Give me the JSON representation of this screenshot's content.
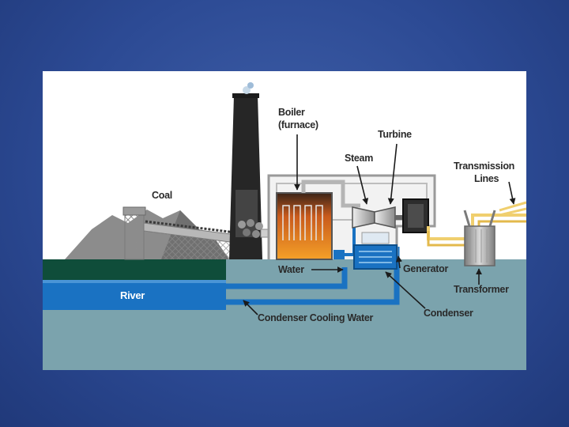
{
  "diagram": {
    "labels": {
      "boiler_line1": "Boiler",
      "boiler_line2": "(furnace)",
      "turbine": "Turbine",
      "steam": "Steam",
      "transmission_line1": "Transmission",
      "transmission_line2": "Lines",
      "coal": "Coal",
      "water": "Water",
      "generator": "Generator",
      "transformer": "Transformer",
      "river": "River",
      "condenser": "Condenser",
      "condenser_cooling_water": "Condenser Cooling Water"
    },
    "colors": {
      "slide_background": "#2c4a94",
      "panel_background": "#ffffff",
      "ground": "#7ba3ad",
      "grass": "#0f4d3a",
      "river": "#1a72c2",
      "stack": "#262626",
      "fire": "#f08a24",
      "power_lines": "#f0cf6e"
    }
  }
}
